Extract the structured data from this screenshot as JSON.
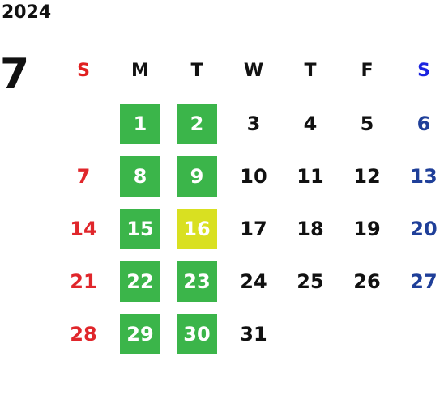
{
  "year": "2024",
  "month": "7",
  "weekdays": [
    "S",
    "M",
    "T",
    "W",
    "T",
    "F",
    "S"
  ],
  "first_weekday_index": 1,
  "days": [
    {
      "label": "1",
      "highlight": "green"
    },
    {
      "label": "2",
      "highlight": "green"
    },
    {
      "label": "3",
      "highlight": ""
    },
    {
      "label": "4",
      "highlight": ""
    },
    {
      "label": "5",
      "highlight": ""
    },
    {
      "label": "6",
      "highlight": ""
    },
    {
      "label": "7",
      "highlight": ""
    },
    {
      "label": "8",
      "highlight": "green"
    },
    {
      "label": "9",
      "highlight": "green"
    },
    {
      "label": "10",
      "highlight": ""
    },
    {
      "label": "11",
      "highlight": ""
    },
    {
      "label": "12",
      "highlight": ""
    },
    {
      "label": "13",
      "highlight": ""
    },
    {
      "label": "14",
      "highlight": ""
    },
    {
      "label": "15",
      "highlight": "green"
    },
    {
      "label": "16",
      "highlight": "yellow"
    },
    {
      "label": "17",
      "highlight": ""
    },
    {
      "label": "18",
      "highlight": ""
    },
    {
      "label": "19",
      "highlight": ""
    },
    {
      "label": "20",
      "highlight": ""
    },
    {
      "label": "21",
      "highlight": ""
    },
    {
      "label": "22",
      "highlight": "green"
    },
    {
      "label": "23",
      "highlight": "green"
    },
    {
      "label": "24",
      "highlight": ""
    },
    {
      "label": "25",
      "highlight": ""
    },
    {
      "label": "26",
      "highlight": ""
    },
    {
      "label": "27",
      "highlight": ""
    },
    {
      "label": "28",
      "highlight": ""
    },
    {
      "label": "29",
      "highlight": "green"
    },
    {
      "label": "30",
      "highlight": "green"
    },
    {
      "label": "31",
      "highlight": ""
    }
  ],
  "colors": {
    "green": "#3bb54a",
    "yellow": "#d9e021",
    "sunday": "#e0262b",
    "saturday": "#1f3f99",
    "text": "#111111"
  }
}
